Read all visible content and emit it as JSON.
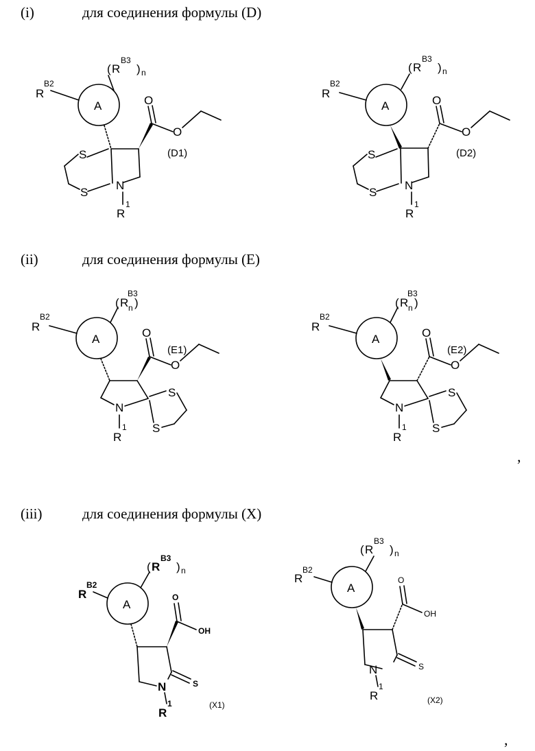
{
  "sections": [
    {
      "numeral": "(i)",
      "text": "для соединения формулы (D)"
    },
    {
      "numeral": "(ii)",
      "text": "для соединения формулы (E)"
    },
    {
      "numeral": "(iii)",
      "text": "для соединения формулы (X)"
    }
  ],
  "labels": {
    "D1": "(D1)",
    "D2": "(D2)",
    "E1": "(E1)",
    "E2": "(E2)",
    "X1": "(X1)",
    "X2": "(X2)"
  },
  "atoms": {
    "R": "R",
    "B2": "B2",
    "B3": "B3",
    "n": "n",
    "one": "1",
    "A": "A",
    "O": "O",
    "S": "S",
    "N": "N",
    "OH": "OH",
    "lparen": "(",
    "rparen": ")"
  },
  "separator": ","
}
